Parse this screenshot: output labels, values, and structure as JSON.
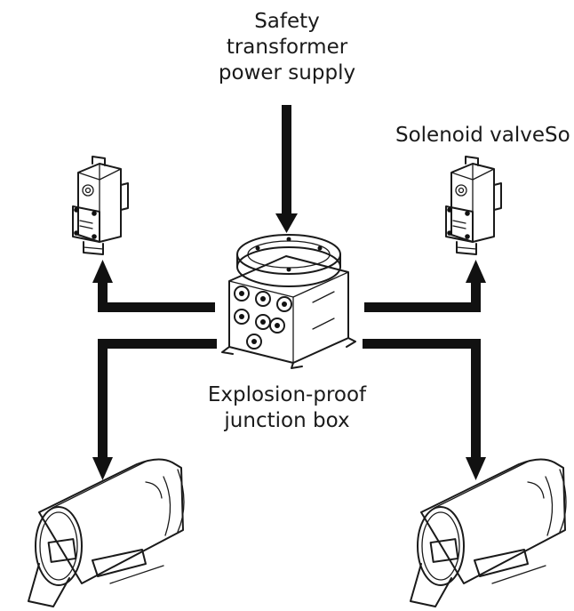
{
  "labels": {
    "power_supply": [
      "Safety",
      "transformer",
      "power supply"
    ],
    "solenoid_valve": "Solenoid valveSo",
    "junction_box": [
      "Explosion-proof",
      "junction box"
    ]
  },
  "icons": {
    "power_input": "arrow-down-icon",
    "junction_box": "junction-box-icon",
    "solenoid_left": "solenoid-valve-icon",
    "solenoid_right": "solenoid-valve-icon",
    "camera_left": "camera-housing-icon",
    "camera_right": "camera-housing-icon"
  },
  "colors": {
    "line": "#111111",
    "background": "#ffffff"
  }
}
